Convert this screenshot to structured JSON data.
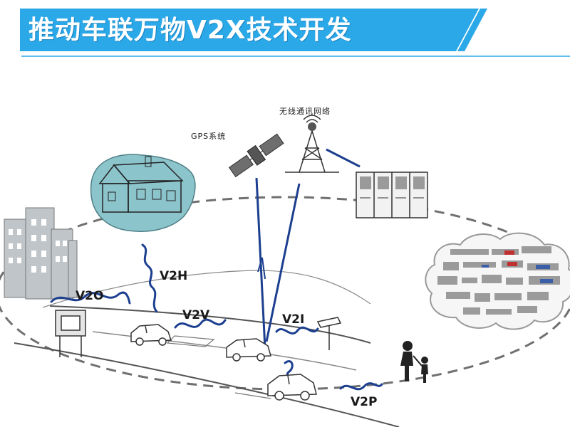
{
  "banner": {
    "title": "推动车联万物V2X技术开发",
    "color": "#2aa8e8"
  },
  "diagram": {
    "gps_label": "GPS系统",
    "network_label": "无线通讯网络",
    "links": {
      "v2h": "V2H",
      "v2o": "V2O",
      "v2v": "V2V",
      "v2i": "V2I",
      "v2p": "V2P"
    },
    "house_color": "#8cc4cc",
    "wave_color": "#1c3f8f"
  }
}
